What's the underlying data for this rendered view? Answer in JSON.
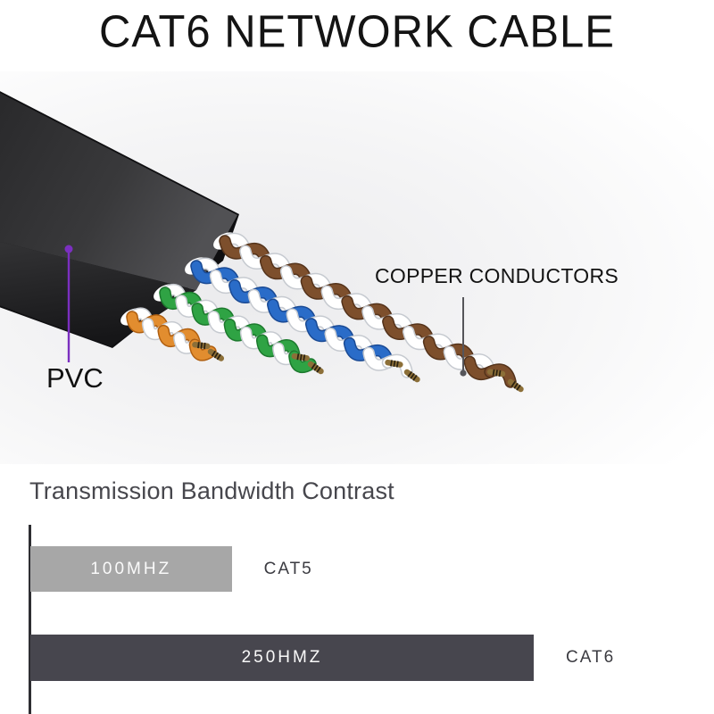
{
  "header": {
    "title": "CAT6 NETWORK CABLE"
  },
  "diagram": {
    "labels": {
      "pvc": "PVC",
      "copper": "COPPER CONDUCTORS"
    },
    "colors": {
      "jacket_dark": "#0f0f11",
      "jacket_top": "#48484b",
      "pointer_purple": "#7b2fc0",
      "pointer_gray": "#55555a",
      "copper_strand": "#8c6f38",
      "white_strand": "#ffffff",
      "pairs": [
        {
          "name": "orange",
          "color": "#e28d2f",
          "shade": "#b05f10"
        },
        {
          "name": "green",
          "color": "#2fa344",
          "shade": "#1d7a2e"
        },
        {
          "name": "blue",
          "color": "#2a6cc8",
          "shade": "#1a4a94"
        },
        {
          "name": "brown",
          "color": "#7d4f2c",
          "shade": "#54331b"
        }
      ]
    }
  },
  "chart_data": {
    "type": "bar",
    "orientation": "horizontal",
    "title": "Transmission Bandwidth Contrast",
    "categories": [
      "CAT5",
      "CAT6"
    ],
    "values": [
      100,
      250
    ],
    "bar_labels": [
      "100MHZ",
      "250HMZ"
    ],
    "bar_colors": [
      "#a7a7a7",
      "#47464e"
    ],
    "axis_color": "#2e2e32",
    "xlabel": "",
    "ylabel": "",
    "xlim": [
      0,
      265
    ],
    "grid": false,
    "legend": false
  }
}
